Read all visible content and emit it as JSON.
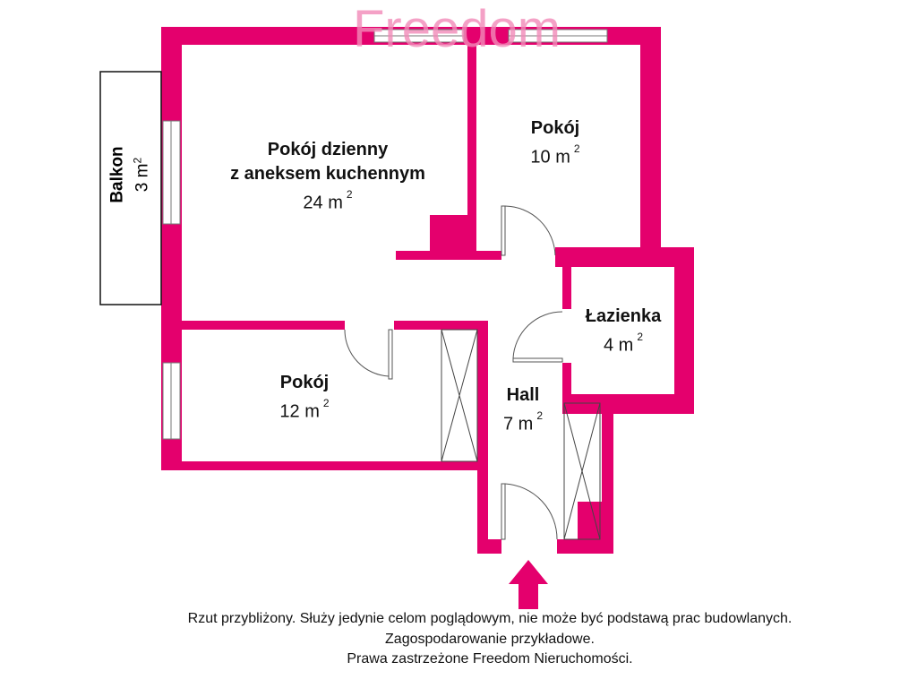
{
  "watermark": "Freedom",
  "colors": {
    "wall": "#e4006d",
    "watermark": "#f28ab9"
  },
  "rooms": {
    "living": {
      "name_line1": "Pokój dzienny",
      "name_line2": "z aneksem kuchennym",
      "area": "24 m",
      "unit_sup": "2"
    },
    "room10": {
      "name": "Pokój",
      "area": "10 m",
      "unit_sup": "2"
    },
    "bathroom": {
      "name": "Łazienka",
      "area": "4 m",
      "unit_sup": "2"
    },
    "room12": {
      "name": "Pokój",
      "area": "12 m",
      "unit_sup": "2"
    },
    "hall": {
      "name": "Hall",
      "area": "7 m",
      "unit_sup": "2"
    },
    "balcony": {
      "name": "Balkon",
      "area": "3 m",
      "unit_sup": "2"
    }
  },
  "footer": {
    "line1": "Rzut przybliżony. Służy jedynie celom poglądowym, nie może być podstawą prac budowlanych.",
    "line2": "Zagospodarowanie przykładowe.",
    "line3": "Prawa zastrzeżone Freedom Nieruchomości."
  }
}
